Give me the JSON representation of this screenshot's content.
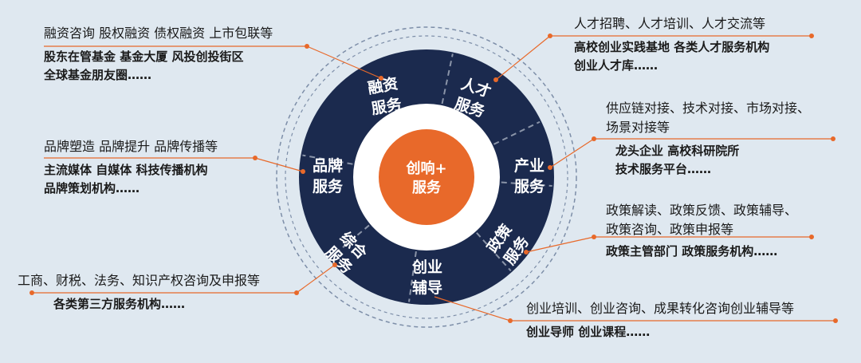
{
  "center": {
    "line1": "创响+",
    "line2": "服务"
  },
  "sectors": [
    {
      "id": "finance",
      "line1": "融资",
      "line2": "服务"
    },
    {
      "id": "talent",
      "line1": "人才",
      "line2": "服务"
    },
    {
      "id": "industry",
      "line1": "产业",
      "line2": "服务"
    },
    {
      "id": "policy",
      "line1": "政策",
      "line2": "服务"
    },
    {
      "id": "startup",
      "line1": "创业",
      "line2": "辅导"
    },
    {
      "id": "comprehensive",
      "line1": "综合",
      "line2": "服务"
    },
    {
      "id": "brand",
      "line1": "品牌",
      "line2": "服务"
    }
  ],
  "callouts": {
    "finance": {
      "sub": [
        "融资咨询    股权融资    债权融资    上市包联等"
      ],
      "detail": [
        "股东在管基金    基金大厦    风投创投街区",
        "全球基金朋友圈……"
      ]
    },
    "talent": {
      "sub": [
        "人才招聘、人才培训、人才交流等"
      ],
      "detail": [
        "高校创业实践基地    各类人才服务机构",
        "创业人才库……"
      ]
    },
    "industry": {
      "sub": [
        "供应链对接、技术对接、市场对接、",
        "场景对接等"
      ],
      "detail": [
        "龙头企业    高校科研院所",
        "技术服务平台……"
      ]
    },
    "policy": {
      "sub": [
        "政策解读、政策反馈、政策辅导、",
        "政策咨询、政策申报等"
      ],
      "detail": [
        "政策主管部门    政策服务机构……"
      ]
    },
    "startup": {
      "sub": [
        "创业培训、创业咨询、成果转化咨询创业辅导等"
      ],
      "detail": [
        "创业导师    创业课程……"
      ]
    },
    "comprehensive": {
      "sub": [
        "工商、财税、法务、知识产权咨询及申报等"
      ],
      "detail": [
        "各类第三方服务机构……"
      ]
    },
    "brand": {
      "sub": [
        "品牌塑造    品牌提升    品牌传播等"
      ],
      "detail": [
        "主流媒体    自媒体    科技传播机构",
        "品牌策划机构……"
      ]
    }
  },
  "colors": {
    "ring": "#1b2a4e",
    "accent": "#e8692a",
    "inner_ring": "#ffffff",
    "divider": "#8a94a8",
    "background": "#dfe8f0",
    "dots": "#e8692a"
  }
}
